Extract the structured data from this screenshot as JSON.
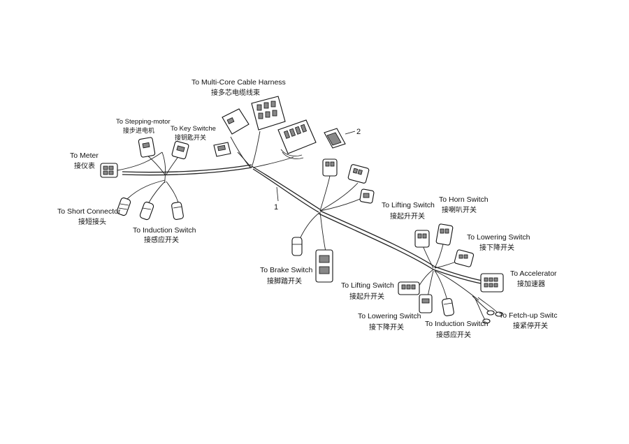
{
  "labels": {
    "multi_core": {
      "en": "To Multi-Core Cable Harness",
      "cn": "接多芯电缆线束"
    },
    "stepping": {
      "en": "To Stepping-motor",
      "cn": "接步进电机"
    },
    "key_switch": {
      "en": "To Key Switche",
      "cn": "接钥匙开关"
    },
    "meter": {
      "en": "To Meter",
      "cn": "接仪表"
    },
    "short_connector": {
      "en": "To Short Connector",
      "cn": "接短接头"
    },
    "induction_1": {
      "en": "To Induction Switch",
      "cn": "接感应开关"
    },
    "lifting_1": {
      "en": "To  Lifting Switch",
      "cn": "接起升开关"
    },
    "horn": {
      "en": "To Horn Switch",
      "cn": "接喇叭开关"
    },
    "lowering_1": {
      "en": "To  Lowering Switch",
      "cn": "接下降开关"
    },
    "brake": {
      "en": "To Brake Switch",
      "cn": "接脚踏开关"
    },
    "accelerator": {
      "en": "To  Accelerator",
      "cn": "接加速器"
    },
    "lifting_2": {
      "en": "To  Lifting Switch",
      "cn": "接起升开关"
    },
    "lowering_2": {
      "en": "To  Lowering Switch",
      "cn": "接下降开关"
    },
    "induction_2": {
      "en": "To  Induction Switch",
      "cn": "接感应开关"
    },
    "fetch_up": {
      "en": "To Fetch-up Switc",
      "cn": "接紧停开关"
    }
  },
  "callouts": {
    "harness": "1",
    "part": "2"
  }
}
